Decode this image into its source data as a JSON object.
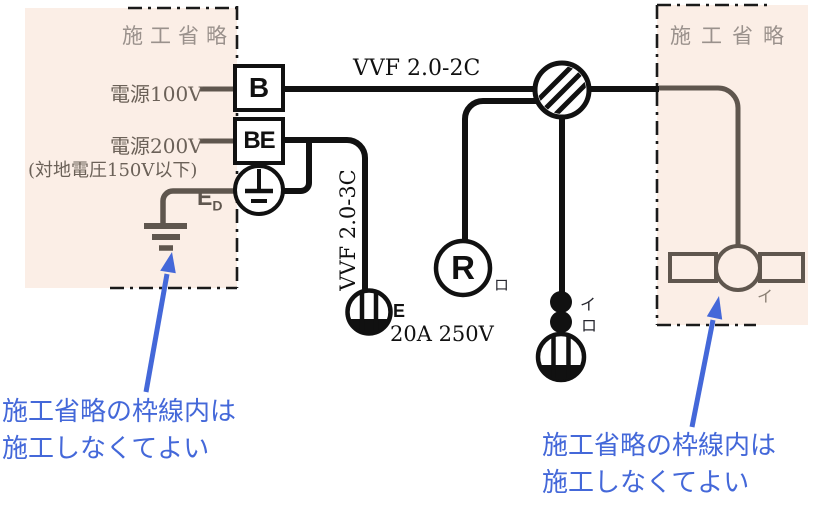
{
  "colors": {
    "wire_black": "#111111",
    "omission_background": "#fbeee6",
    "omission_line": "#5f564e",
    "omission_label_gray": "#9a918c",
    "annotation_blue": "#4468d9"
  },
  "left_omission_box": {
    "label": "施工省略",
    "power_100v": "電源100V",
    "power_200v": "電源200V",
    "voltage_note": "(対地電圧150V以下)",
    "ground_label_main": "E",
    "ground_label_sub": "D"
  },
  "breakers": {
    "breaker_b": "B",
    "breaker_be": "BE"
  },
  "cables": {
    "top_run": "VVF 2.0-2C",
    "branch_run": "VVF 2.0-3C"
  },
  "outlet_200v": {
    "earth_mark": "E",
    "rating": "20A 250V"
  },
  "lamp_receptacle": {
    "letter": "R",
    "circuit_tag": "ロ"
  },
  "switches": {
    "switch_1": "イ",
    "switch_2": "ロ"
  },
  "right_omission_box": {
    "label": "施工省略",
    "light_circuit_tag": "イ"
  },
  "annotations": {
    "left_line1": "施工省略の枠線内は",
    "left_line2": "施工しなくてよい",
    "right_line1": "施工省略の枠線内は",
    "right_line2": "施工しなくてよい"
  }
}
